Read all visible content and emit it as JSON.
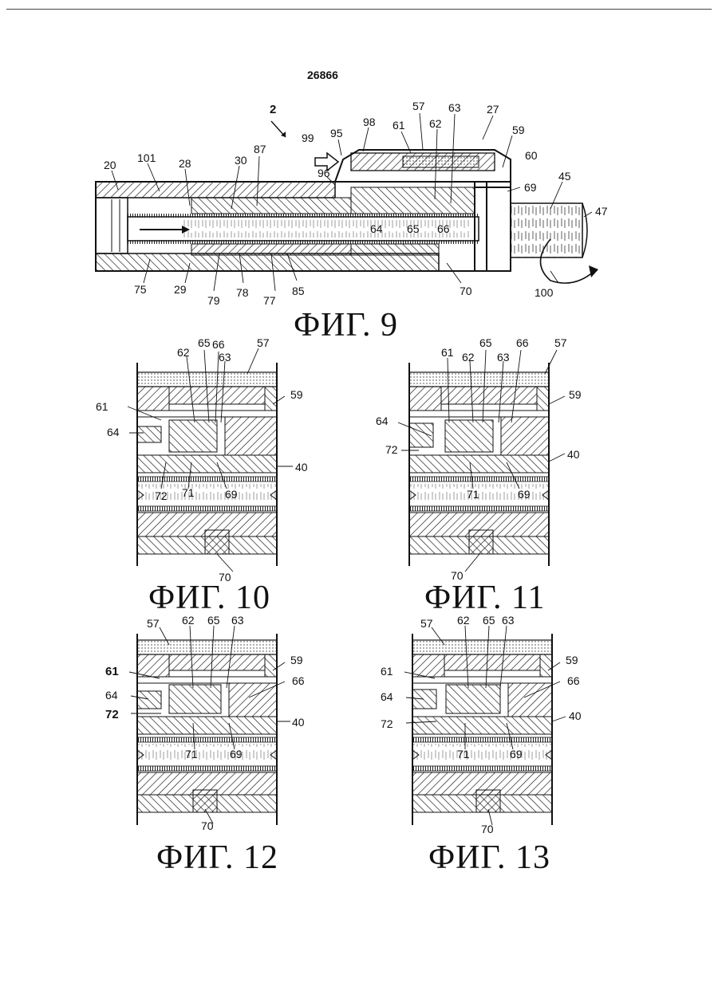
{
  "page": {
    "number": "26866"
  },
  "figures": [
    {
      "caption": "ФИГ. 9",
      "labels": [
        "2",
        "20",
        "101",
        "28",
        "30",
        "87",
        "99",
        "95",
        "96",
        "98",
        "61",
        "57",
        "62",
        "63",
        "27",
        "59",
        "60",
        "69",
        "45",
        "47",
        "64",
        "65",
        "66",
        "75",
        "29",
        "79",
        "78",
        "77",
        "85",
        "70",
        "100"
      ]
    },
    {
      "caption": "ФИГ. 10",
      "labels": [
        "62",
        "65",
        "66",
        "63",
        "57",
        "61",
        "59",
        "64",
        "40",
        "72",
        "71",
        "69",
        "70"
      ]
    },
    {
      "caption": "ФИГ. 11",
      "labels": [
        "61",
        "65",
        "66",
        "62",
        "63",
        "57",
        "59",
        "64",
        "72",
        "40",
        "71",
        "69",
        "70"
      ]
    },
    {
      "caption": "ФИГ. 12",
      "labels": [
        "57",
        "62",
        "65",
        "63",
        "61",
        "59",
        "64",
        "66",
        "72",
        "40",
        "71",
        "69",
        "70"
      ]
    },
    {
      "caption": "ФИГ. 13",
      "labels": [
        "57",
        "62",
        "65",
        "63",
        "61",
        "59",
        "66",
        "64",
        "40",
        "72",
        "71",
        "69",
        "70"
      ]
    }
  ]
}
